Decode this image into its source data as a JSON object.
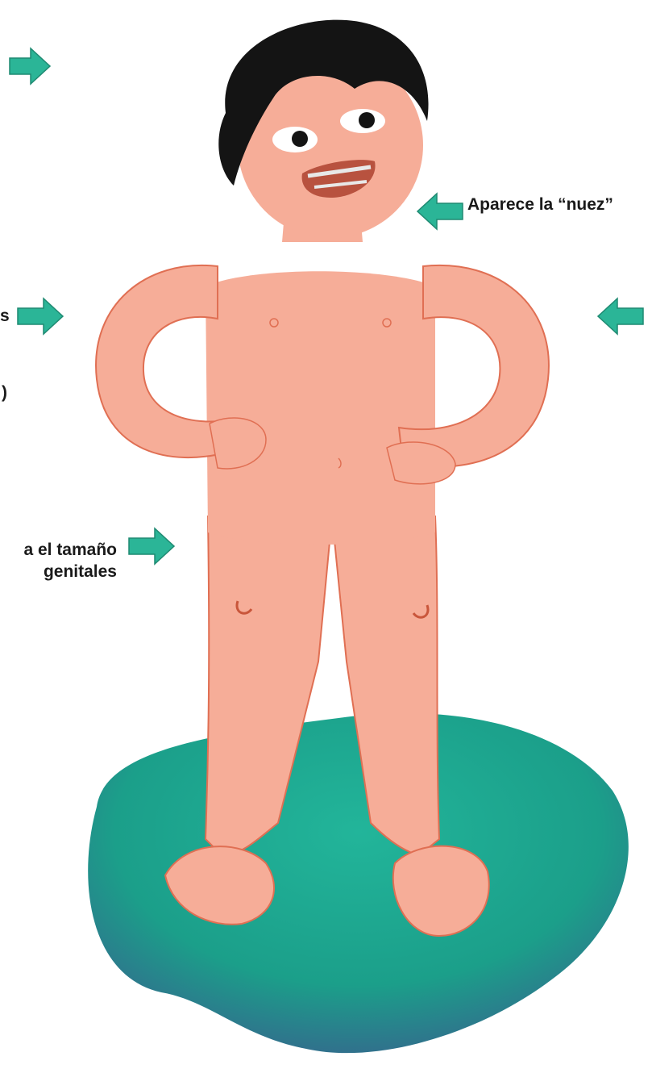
{
  "captions": {
    "nuez": "Aparece la “nuez”",
    "left_mid_fragment": "s",
    "left_low_fragment": ")",
    "genitales_line1": "a el tamaño",
    "genitales_line2": "genitales"
  },
  "icons": {
    "arrow": "arrow-right-icon",
    "arrow_reverse": "arrow-left-icon"
  },
  "colors": {
    "arrow_green": "#2bb597",
    "skin": "#f6ad98",
    "skin_outline": "#e06f53",
    "hair": "#141414",
    "ground": "#1fa890",
    "ground_dark": "#3b5c8f"
  }
}
